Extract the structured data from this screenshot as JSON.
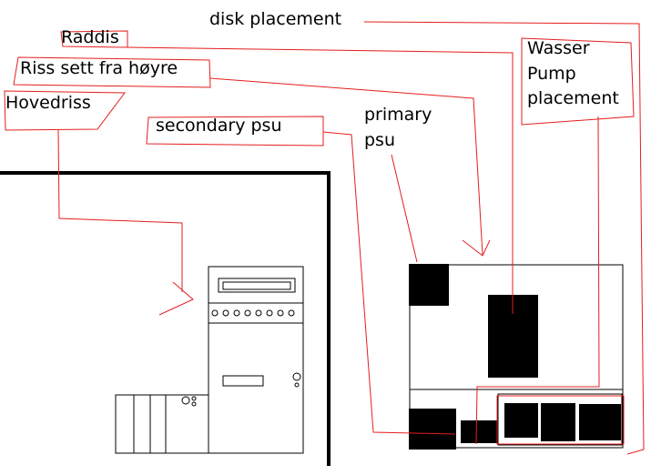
{
  "labels": {
    "disk_placement": "disk placement",
    "raddis": "Raddis",
    "riss_sett_fra_hoyre": "Riss sett fra høyre",
    "hovedriss": "Hovedriss",
    "secondary_psu": "secondary psu",
    "primary_psu_line1": "primary",
    "primary_psu_line2": "psu",
    "wasser_line1": "Wasser",
    "wasser_line2": "Pump",
    "wasser_line3": "placement"
  },
  "colors": {
    "annotation": "#e41e1e",
    "ink": "#000000",
    "background": "#ffffff"
  }
}
